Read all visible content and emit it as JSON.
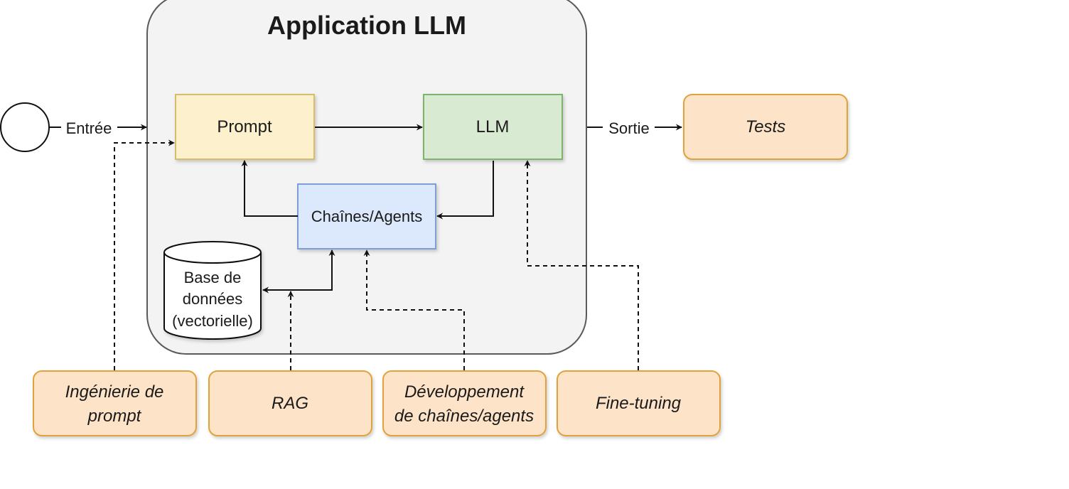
{
  "container": {
    "title": "Application LLM"
  },
  "flow": {
    "input_label": "Entrée",
    "output_label": "Sortie"
  },
  "nodes": {
    "prompt": "Prompt",
    "llm": "LLM",
    "chains_agents": "Chaînes/Agents",
    "database": [
      "Base de",
      "données",
      "(vectorielle)"
    ]
  },
  "external": {
    "tests": "Tests",
    "prompt_engineering": [
      "Ingénierie de",
      "prompt"
    ],
    "rag": "RAG",
    "chain_development": [
      "Développement",
      "de chaînes/agents"
    ],
    "fine_tuning": "Fine-tuning"
  },
  "colors": {
    "container_fill": "#f3f3f4",
    "container_stroke": "#5a5a5a",
    "prompt_fill": "#fcf1cc",
    "prompt_stroke": "#d8bd68",
    "llm_fill": "#d9ead3",
    "llm_stroke": "#7db46a",
    "chains_fill": "#dce8fb",
    "chains_stroke": "#7d9fd6",
    "orange_fill": "#fde3c8",
    "orange_stroke": "#e0a23c",
    "line": "#111111"
  }
}
